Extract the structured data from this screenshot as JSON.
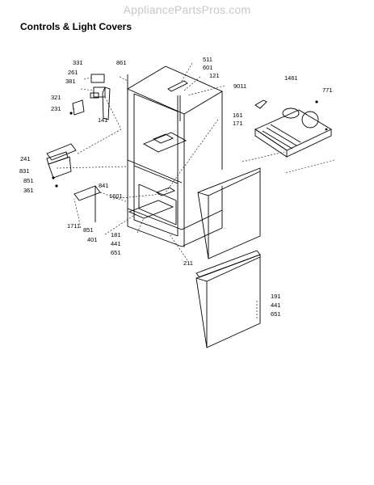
{
  "watermark": "AppliancePartsPros.com",
  "title": "Controls & Light Covers",
  "labels": {
    "p331": "331",
    "p261": "261",
    "p381": "381",
    "p321": "321",
    "p231": "231",
    "p861": "861",
    "p511": "511",
    "p601": "601",
    "p121": "121",
    "p9011": "9011",
    "p1461": "1461",
    "p771": "771",
    "p141": "141",
    "p161": "161",
    "p171": "171",
    "p241": "241",
    "p831": "831",
    "p851a": "851",
    "p361": "361",
    "p841": "841",
    "p1601": "1601",
    "p1711": "1711",
    "p851b": "851",
    "p401": "401",
    "p181": "181",
    "p441a": "441",
    "p651a": "651",
    "p211": "211",
    "p191": "191",
    "p441b": "441",
    "p651b": "651"
  }
}
